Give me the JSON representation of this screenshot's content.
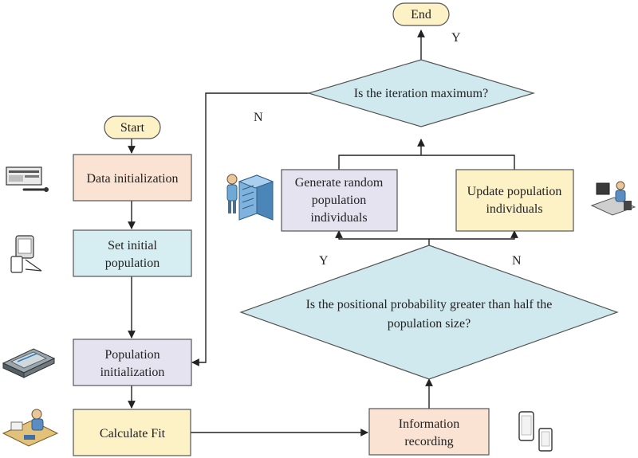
{
  "nodes": {
    "start": "Start",
    "data_init": "Data initialization",
    "set_initial_line1": "Set initial",
    "set_initial_line2": "population",
    "pop_init_line1": "Population",
    "pop_init_line2": "initialization",
    "calculate_fit": "Calculate Fit",
    "info_rec_line1": "Information",
    "info_rec_line2": "recording",
    "decision_prob_line1": "Is the positional probability greater than half the",
    "decision_prob_line2": "population size?",
    "gen_random_line1": "Generate random",
    "gen_random_line2": "population",
    "gen_random_line3": "individuals",
    "update_pop_line1": "Update population",
    "update_pop_line2": "individuals",
    "decision_iter": "Is the iteration maximum?",
    "end": "End"
  },
  "edge_labels": {
    "iter_yes": "Y",
    "iter_no": "N",
    "prob_yes": "Y",
    "prob_no": "N"
  },
  "colors": {
    "start_end_fill": "#fdf1c6",
    "data_init_fill": "#fbe3d3",
    "set_initial_fill": "#d6eef2",
    "pop_init_fill": "#e6e3f1",
    "calculate_fit_fill": "#fdf1c6",
    "info_rec_fill": "#fbe3d3",
    "decision_fill": "#cfe9ee",
    "gen_random_fill": "#e6e3f1",
    "update_pop_fill": "#fdf1c6"
  },
  "icons": [
    "server-operator-icon",
    "computer-desk-icon",
    "laptop-browser-icon",
    "tablet-device-icon",
    "scanner-device-icon",
    "desk-worker-icon",
    "mobile-devices-icon"
  ]
}
